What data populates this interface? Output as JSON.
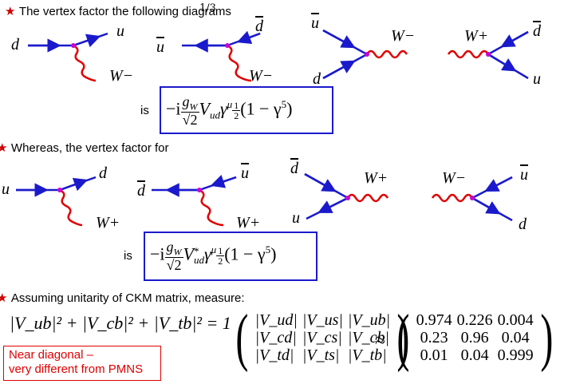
{
  "bullet1": {
    "text": "The vertex factor the following diagrams",
    "overlay_fraction": "1/3"
  },
  "bullet2": {
    "text": "Whereas, the vertex factor for"
  },
  "bullet3": {
    "text": "Assuming unitarity of CKM matrix, measure:"
  },
  "is_label": "is",
  "formula1": {
    "prefix": "−i",
    "g": "g",
    "w": "W",
    "den": "√2",
    "V": "V",
    "sub": "ud",
    "gamma": "γ",
    "mu": "μ",
    "half_num": "1",
    "half_den": "2",
    "tail": "(1 − γ",
    "five": "5",
    "close": ")"
  },
  "formula2": {
    "prefix": "−i",
    "g": "g",
    "w": "W",
    "den": "√2",
    "V": "V",
    "star": "*",
    "sub": "ud",
    "gamma": "γ",
    "mu": "μ",
    "half_num": "1",
    "half_den": "2",
    "tail": "(1 − γ",
    "five": "5",
    "close": ")"
  },
  "labels": {
    "d1": "d",
    "u1": "u",
    "W1": "W−",
    "ub2": "u",
    "db2": "d",
    "W2": "W−",
    "ub3": "u",
    "W3": "W−",
    "d3": "d",
    "W4": "W+",
    "db4": "d",
    "u4": "u",
    "u5": "u",
    "d5": "d",
    "W5": "W+",
    "db6": "d",
    "ub6": "u",
    "W6": "W+",
    "db7": "d",
    "W7": "W+",
    "u7": "u",
    "W8": "W−",
    "ub8": "u",
    "d8": "d"
  },
  "unitarity": "|V_ub|² + |V_cb|² + |V_tb|² = 1",
  "ckm_abs": [
    [
      "|V_ud|",
      "|V_us|",
      "|V_ub|"
    ],
    [
      "|V_cd|",
      "|V_cs|",
      "|V_cb|"
    ],
    [
      "|V_td|",
      "|V_ts|",
      "|V_tb|"
    ]
  ],
  "approx": "≈",
  "ckm_values": [
    [
      "0.974",
      "0.226",
      "0.004"
    ],
    [
      "0.23",
      "0.96",
      "0.04"
    ],
    [
      "0.01",
      "0.04",
      "0.999"
    ]
  ],
  "note": {
    "line1": "Near diagonal –",
    "line2": "very different from PMNS"
  },
  "colors": {
    "fermion": "#1a1acc",
    "boson": "#e00000",
    "vertex": "#cc00cc",
    "star": "#cc0000",
    "box": "#1a1acc",
    "note": "#e00000"
  }
}
